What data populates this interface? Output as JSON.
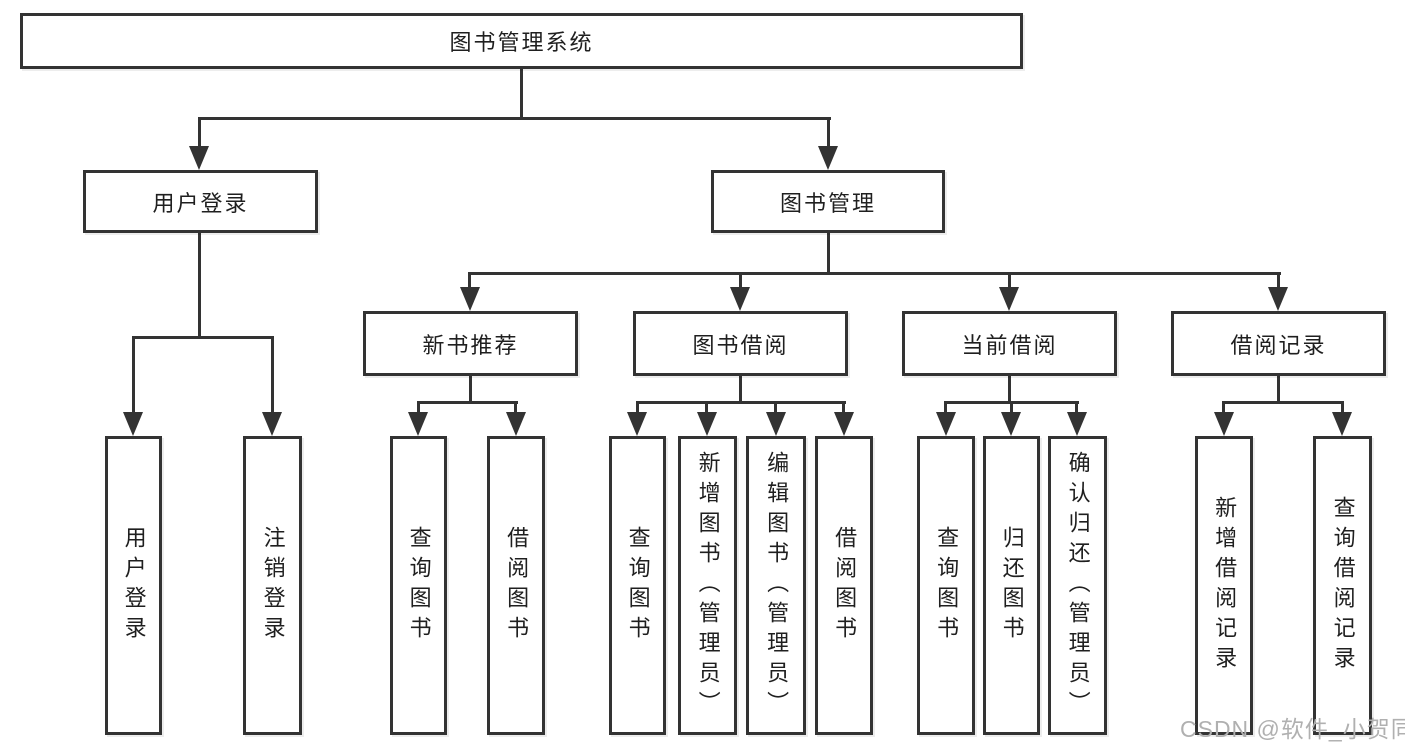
{
  "nodes": {
    "root": "图书管理系统",
    "user_login": "用户登录",
    "book_mgmt": "图书管理",
    "new_book_rec": "新书推荐",
    "book_borrow": "图书借阅",
    "current_borrow": "当前借阅",
    "borrow_records": "借阅记录",
    "leaves": {
      "user_login": [
        "用户登录",
        "注销登录"
      ],
      "new_book_rec": [
        "查询图书",
        "借阅图书"
      ],
      "book_borrow": [
        "查询图书",
        "新增图书（管理员）",
        "编辑图书（管理员）",
        "借阅图书"
      ],
      "current_borrow": [
        "查询图书",
        "归还图书",
        "确认归还（管理员）"
      ],
      "borrow_records": [
        "新增借阅记录",
        "查询借阅记录"
      ]
    }
  },
  "watermark": "CSDN @软件_小贺同学",
  "colors": {
    "line": "#333333",
    "text": "#1f1f1f",
    "background": "#ffffff",
    "watermark": "#b0b0b0"
  }
}
